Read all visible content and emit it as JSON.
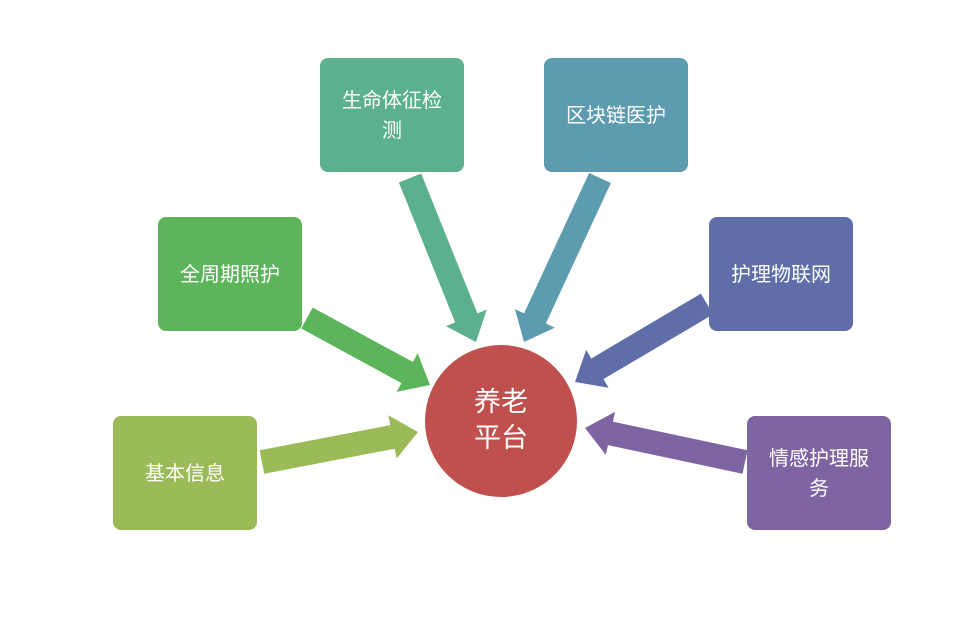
{
  "center": {
    "label": "养老平台",
    "color": "#C0504D"
  },
  "nodes": [
    {
      "id": "basic-info",
      "label": "基本信息",
      "color": "#9BBB59"
    },
    {
      "id": "full-cycle-care",
      "label": "全周期照护",
      "color": "#5DB55B"
    },
    {
      "id": "vital-signs",
      "label": "生命体征检测",
      "color": "#5BB08E"
    },
    {
      "id": "blockchain-care",
      "label": "区块链医护",
      "color": "#5C9CAE"
    },
    {
      "id": "care-iot",
      "label": "护理物联网",
      "color": "#5F6EA8"
    },
    {
      "id": "emotional-care",
      "label": "情感护理服务",
      "color": "#7F64A2"
    }
  ]
}
